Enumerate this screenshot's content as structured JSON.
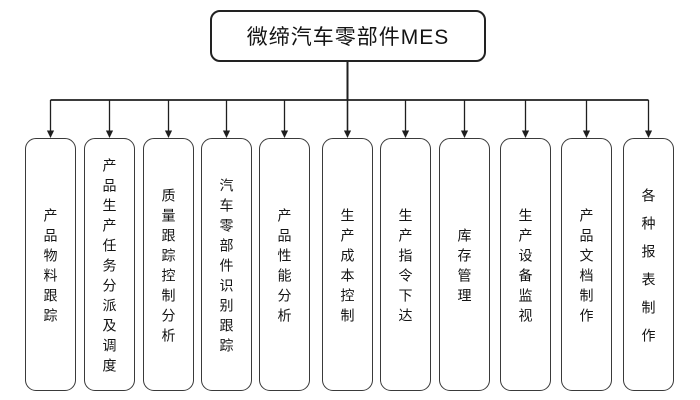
{
  "diagram": {
    "title": "微缔汽车零部件MES",
    "children": [
      {
        "label": "产品物料跟踪"
      },
      {
        "label": "产品生产任务分派及调度"
      },
      {
        "label": "质量跟踪控制分析"
      },
      {
        "label": "汽车零部件识别跟踪"
      },
      {
        "label": "产品性能分析"
      },
      {
        "label": "生产成本控制"
      },
      {
        "label": "生产指令下达"
      },
      {
        "label": "库存管理"
      },
      {
        "label": "生产设备监视"
      },
      {
        "label": "产品文档制作"
      },
      {
        "label": "各种报表制作"
      }
    ],
    "colors": {
      "line": "#1f1f1f",
      "box_border": "#3a3a3a",
      "text": "#141414",
      "background": "#ffffff"
    }
  }
}
